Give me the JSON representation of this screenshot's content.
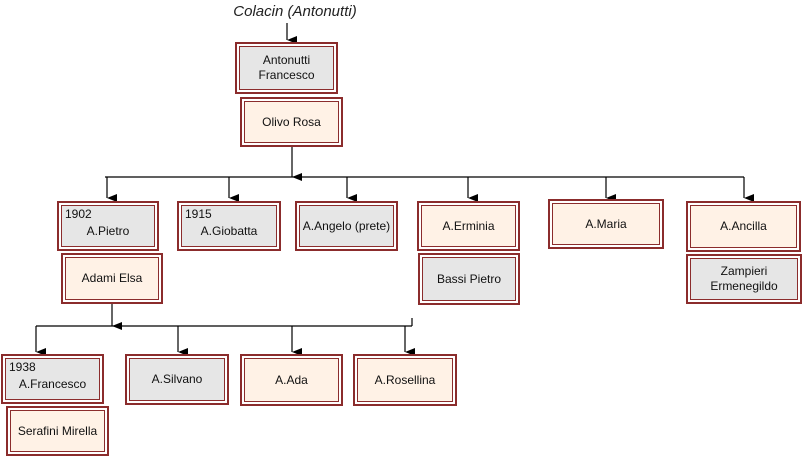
{
  "title": "Colacin (Antonutti)",
  "root": {
    "husband": "Antonutti\nFrancesco",
    "wife": "Olivo Rosa"
  },
  "children": [
    {
      "year": "1902",
      "name": "A.Pietro",
      "spouse": "Adami Elsa"
    },
    {
      "year": "1915",
      "name": "A.Giobatta"
    },
    {
      "name": "A.Angelo (prete)"
    },
    {
      "name": "A.Erminia",
      "spouse": "Bassi Pietro"
    },
    {
      "name": "A.Maria"
    },
    {
      "name": "A.Ancilla",
      "spouse": "Zampieri\nErmenegildo"
    }
  ],
  "grandchildren": [
    {
      "year": "1938",
      "name": "A.Francesco",
      "spouse": "Serafini Mirella"
    },
    {
      "name": "A.Silvano"
    },
    {
      "name": "A.Ada"
    },
    {
      "name": "A.Rosellina"
    }
  ],
  "colors": {
    "border": "#8b2c2c",
    "male_fill": "#e6e6e6",
    "female_fill": "#fff2e6",
    "line": "#000000"
  }
}
